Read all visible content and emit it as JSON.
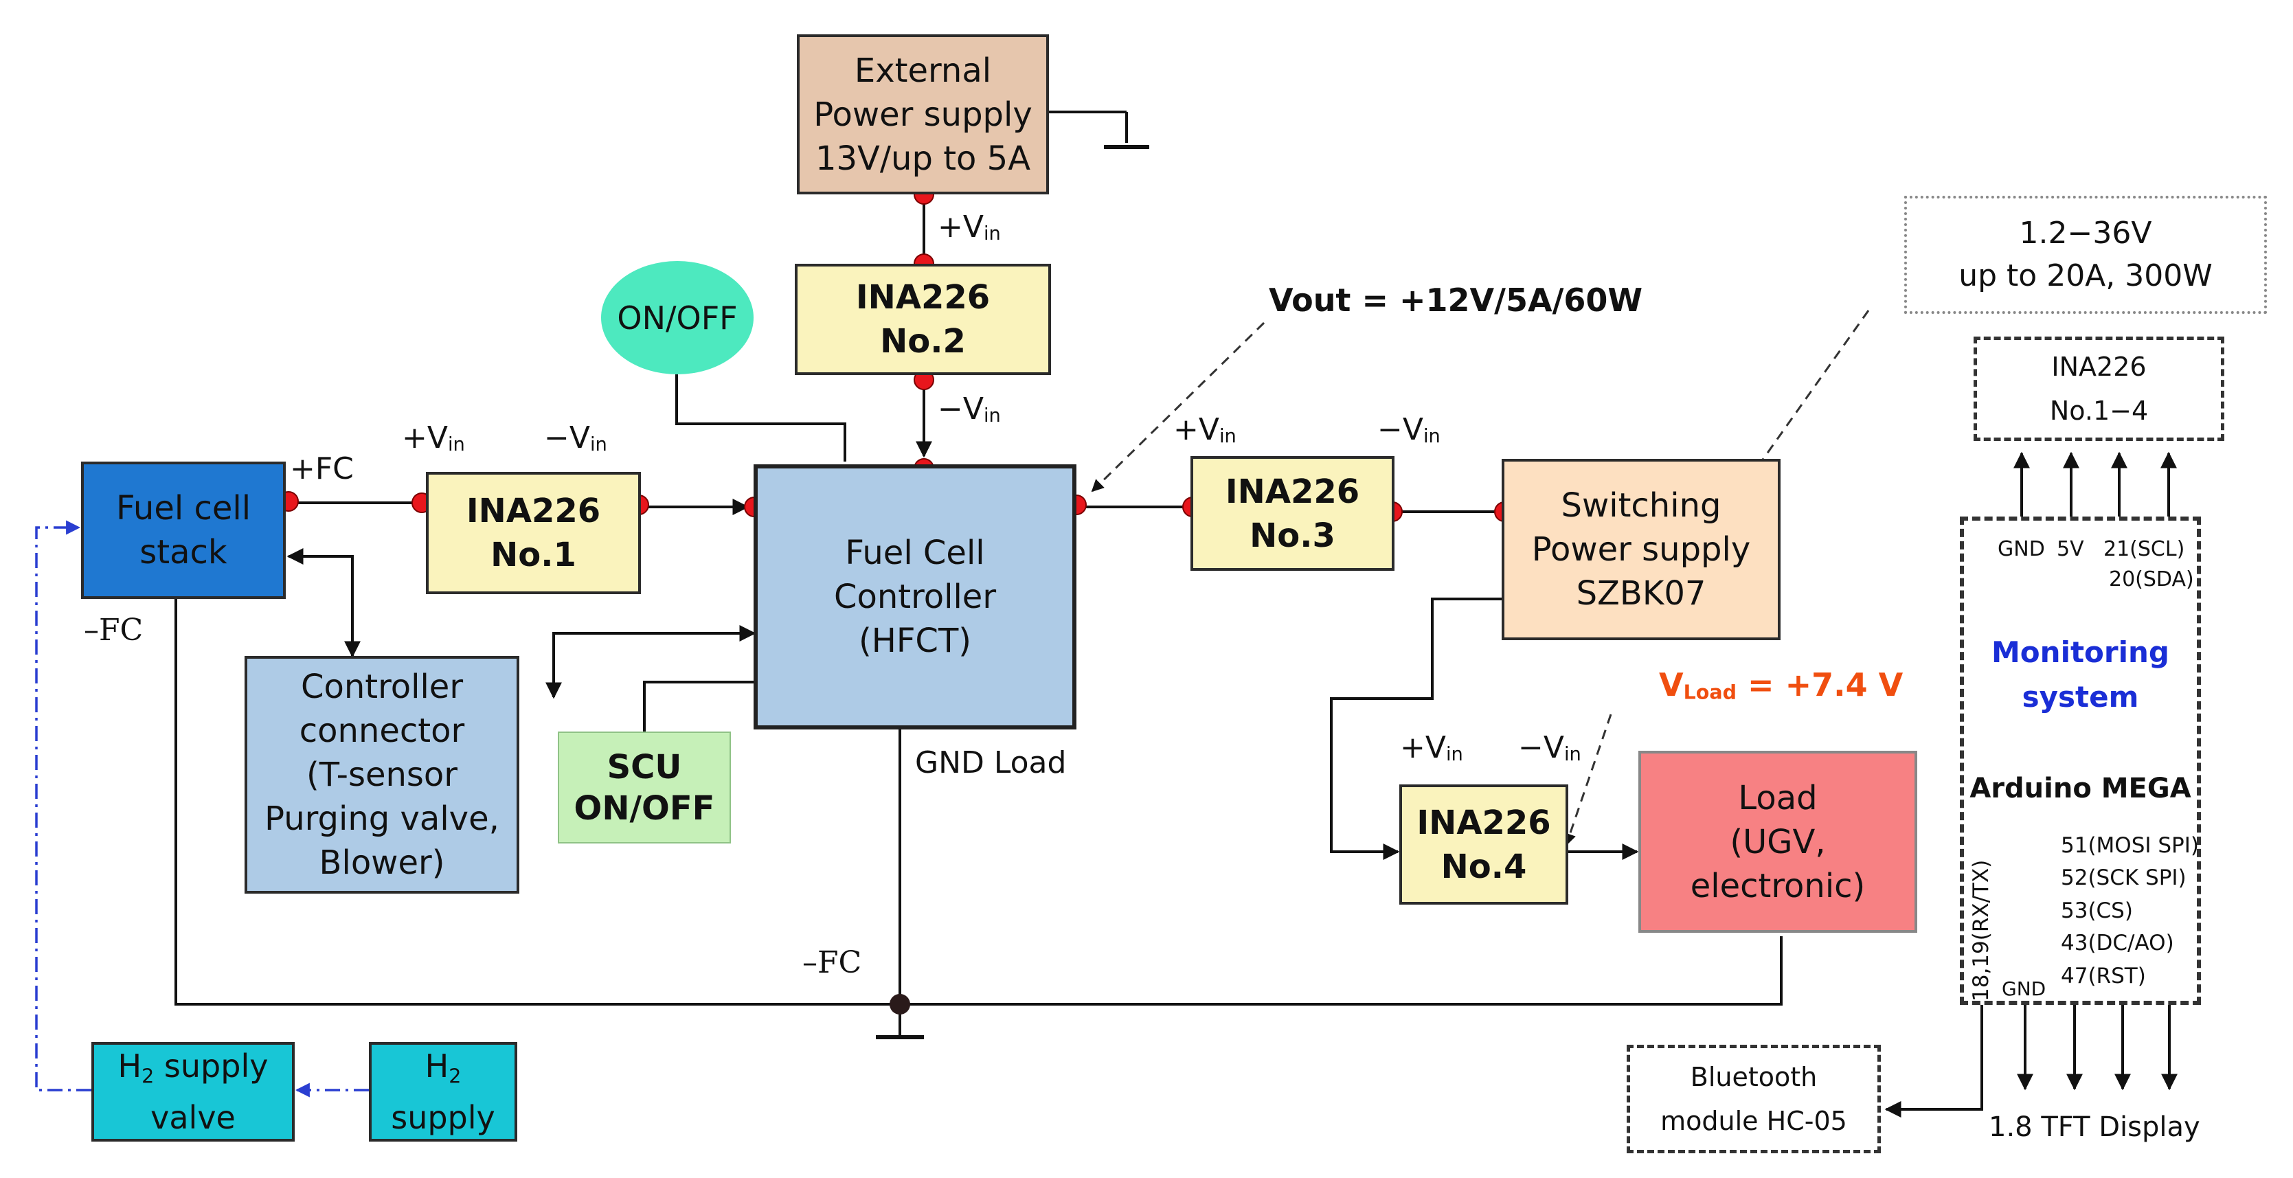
{
  "blocks": {
    "external_power": {
      "lines": [
        "External",
        "Power supply",
        "13V/up to 5A"
      ]
    },
    "ina2": {
      "lines": [
        "INA226",
        "No.2"
      ]
    },
    "on_off": {
      "text": "ON/OFF"
    },
    "fuel_cell_stack": {
      "lines": [
        "Fuel cell",
        "stack"
      ]
    },
    "ina1": {
      "lines": [
        "INA226",
        "No.1"
      ]
    },
    "controller": {
      "lines": [
        "Fuel Cell",
        "Controller",
        "(HFCT)"
      ]
    },
    "ina3": {
      "lines": [
        "INA226",
        "No.3"
      ]
    },
    "switching": {
      "lines": [
        "Switching",
        "Power supply",
        "SZBK07"
      ]
    },
    "controller_connector": {
      "lines": [
        "Controller",
        "connector",
        "(T-sensor",
        "Purging valve,",
        "Blower)"
      ]
    },
    "scu": {
      "lines": [
        "SCU",
        "ON/OFF"
      ]
    },
    "ina4": {
      "lines": [
        "INA226",
        "No.4"
      ]
    },
    "load": {
      "lines": [
        "Load",
        "(UGV,",
        "electronic)"
      ]
    },
    "h2_valve": {
      "lines": [
        "H",
        "2",
        " supply",
        "valve"
      ]
    },
    "h2_supply": {
      "lines": [
        "H",
        "2",
        "supply"
      ]
    },
    "range": {
      "lines": [
        "1.2−36V",
        "up to 20A, 300W"
      ]
    },
    "ina_group": {
      "lines": [
        "INA226",
        "No.1−4"
      ]
    },
    "bluetooth": {
      "lines": [
        "Bluetooth",
        "module HC-05"
      ]
    }
  },
  "labels": {
    "vin_plus": "+V",
    "vin_minus": "−V",
    "vin_sub": "in",
    "fc_plus": "+FC",
    "fc_minus": "–FC",
    "fc_minus_bottom": "–FC",
    "vout": "Vout = +12V/5A/60W",
    "vload_v": "V",
    "vload_sub": "Load",
    "vload_rest": " = +7.4 V",
    "gnd_load": "GND Load",
    "tft": "1.8 TFT Display"
  },
  "monitoring": {
    "title_lines": [
      "Monitoring",
      "system"
    ],
    "arduino": "Arduino MEGA",
    "pins_top": {
      "gnd": "GND",
      "v5": "5V",
      "scl": "21(SCL)",
      "sda": "20(SDA)"
    },
    "pins_right": [
      "51(MOSI SPI)",
      "52(SCK SPI)",
      "53(CS)",
      "43(DC/AO)",
      "47(RST)"
    ],
    "pin_rx_tx": "18,19(RX/TX)",
    "pin_gnd_bottom": "GND"
  },
  "colors": {
    "fuel_cell_stack": "#1f78d1",
    "controller": "#aecbe6",
    "controller_connector": "#aecbe6",
    "ina": "#faf3bd",
    "external_power": "#e6c6ad",
    "switching": "#fde0c1",
    "load": "#f78183",
    "scu": "#c6f0b8",
    "on_off": "#4de9bf",
    "h2": "#18c6d6",
    "node": "#e8161c",
    "vload_text": "#f04e0f",
    "monitoring_title": "#1a2ed6",
    "h2_line": "#2a3ed1"
  }
}
